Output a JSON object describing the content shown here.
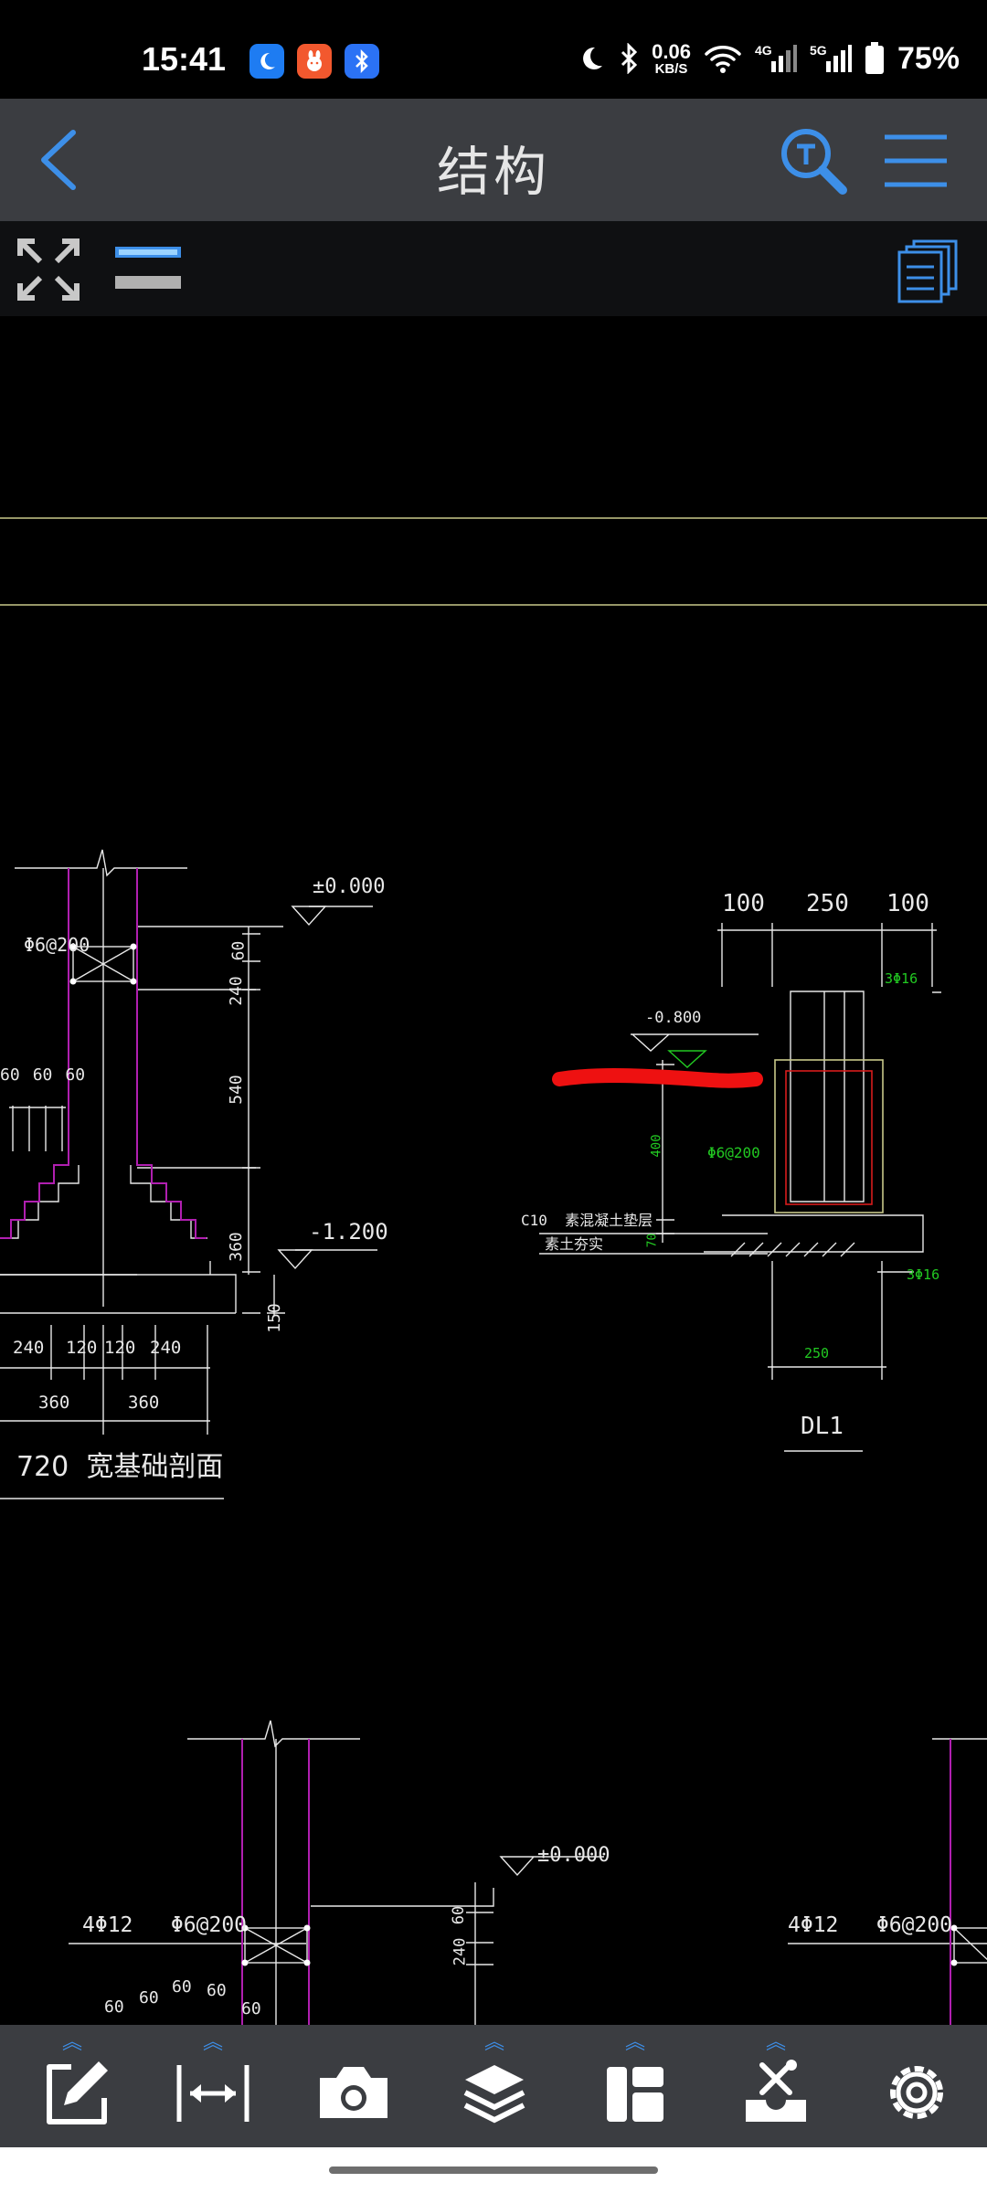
{
  "status_bar": {
    "time": "15:41",
    "net_speed_value": "0.06",
    "net_speed_unit": "KB/S",
    "network_4g": "4G",
    "network_5g": "5G",
    "battery": "75%"
  },
  "nav": {
    "title": "结构"
  },
  "drawing": {
    "section_left_title": "720  宽基础剖面",
    "left_elev_top": "±0.000",
    "left_elev_bottom": "-1.200",
    "left_rebar": "Φ6@200",
    "left_offsets": [
      "60",
      "60",
      "60"
    ],
    "left_vert_dims": [
      "60",
      "240",
      "540",
      "360",
      "150"
    ],
    "left_bottom_dims_row1": [
      "240",
      "120",
      "120",
      "240"
    ],
    "left_bottom_dims_row2": [
      "360",
      "360"
    ],
    "right_top_dims": [
      "100",
      "250",
      "100"
    ],
    "right_elev": "-0.800",
    "right_stirrup": "Φ6@200",
    "right_top_bars": "3Φ16",
    "right_bottom_bars": "3Φ16",
    "right_height_dim": "400",
    "right_pad_dim": "70",
    "right_width_dim": "250",
    "right_note_1": "C10  素混凝土垫层",
    "right_note_2": "素土夯实",
    "right_label": "DL1",
    "lower_elev": "±0.000",
    "lower_left_bars": "4Φ12   Φ6@200",
    "lower_right_bars": "4Φ12   Φ6@200",
    "lower_vert_dims": [
      "60",
      "240"
    ],
    "lower_offsets": [
      "60",
      "60",
      "60",
      "60",
      "60"
    ]
  },
  "colors": {
    "accent": "#3d8fe8",
    "bar_bg": "#3b3d41",
    "cad_white": "#e8e8e8",
    "cad_magenta": "#b01fb0",
    "cad_green": "#22c922",
    "cad_yellow": "#d6d67a",
    "markup_red": "#ee1111"
  },
  "icons": {
    "back": "back-arrow-icon",
    "search": "text-search-icon",
    "menu": "menu-icon",
    "fullscreen": "fullscreen-icon",
    "line_style": "line-style-icon",
    "layouts": "layouts-icon",
    "annotate": "annotate-icon",
    "measure": "measure-icon",
    "camera": "camera-icon",
    "layers": "layers-icon",
    "panel": "panel-icon",
    "tools": "tools-icon",
    "settings": "settings-icon"
  }
}
